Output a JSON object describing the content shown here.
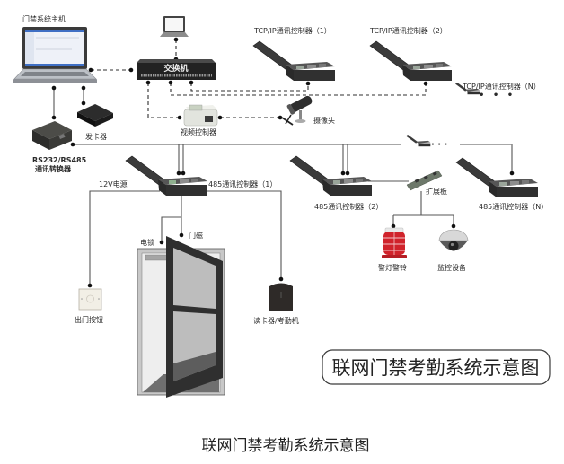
{
  "diagram": {
    "title": "联网门禁考勤系统示意图",
    "footer_caption": "联网门禁考勤系统示意图"
  },
  "nodes": {
    "host": {
      "label": "门禁系统主机",
      "icon": "laptop-icon"
    },
    "client_pc": {
      "icon": "laptop-icon"
    },
    "switch": {
      "label": "交换机",
      "icon": "network-switch-icon"
    },
    "tcp_controller_1": {
      "label": "TCP/IP通讯控制器（1）"
    },
    "tcp_controller_2": {
      "label": "TCP/IP通讯控制器（2）"
    },
    "tcp_controller_n": {
      "label": "TCP/IP通讯控制器（N）",
      "continuation": "• • •"
    },
    "video_controller": {
      "label": "视频控制器"
    },
    "camera": {
      "label": "摄像头"
    },
    "card_issuer": {
      "label": "发卡器"
    },
    "converter": {
      "label_line1": "RS232/RS485",
      "label_line2": "通讯转换器"
    },
    "bus_continuation": {
      "text": "· · ·"
    },
    "rs485_controller_1": {
      "label": "485通讯控制器（1）"
    },
    "rs485_controller_2": {
      "label": "485通讯控制器（2）"
    },
    "rs485_controller_n": {
      "label": "485通讯控制器（N）"
    },
    "power_supply": {
      "label": "12V电源"
    },
    "electric_lock": {
      "label": "电锁"
    },
    "door_sensor": {
      "label": "门磁"
    },
    "exit_button": {
      "label": "出门按钮"
    },
    "card_reader": {
      "label": "读卡器/考勤机"
    },
    "expansion_board": {
      "label": "扩展板"
    },
    "alarm": {
      "label": "警灯警铃"
    },
    "monitoring": {
      "label": "监控设备"
    }
  },
  "connections": [
    {
      "from": "host",
      "to": "switch",
      "style": "dashed"
    },
    {
      "from": "client_pc",
      "to": "switch",
      "style": "dashed"
    },
    {
      "from": "switch",
      "to": "tcp_controller_1",
      "style": "dashed"
    },
    {
      "from": "switch",
      "to": "tcp_controller_2",
      "style": "dashed"
    },
    {
      "from": "switch",
      "to": "video_controller",
      "style": "dashed"
    },
    {
      "from": "video_controller",
      "to": "camera",
      "style": "dashed"
    },
    {
      "from": "host",
      "to": "converter",
      "style": "solid"
    },
    {
      "from": "host",
      "to": "card_issuer",
      "style": "solid"
    },
    {
      "from": "converter",
      "to": "rs485_controller_1",
      "style": "solid"
    },
    {
      "from": "converter",
      "to": "rs485_controller_2",
      "style": "solid"
    },
    {
      "from": "converter",
      "to": "rs485_controller_n",
      "style": "solid"
    },
    {
      "from": "rs485_controller_1",
      "to": "power_supply",
      "style": "solid"
    },
    {
      "from": "rs485_controller_1",
      "to": "exit_button",
      "style": "solid"
    },
    {
      "from": "rs485_controller_1",
      "to": "card_reader",
      "style": "solid"
    },
    {
      "from": "rs485_controller_1",
      "to": "electric_lock",
      "style": "solid"
    },
    {
      "from": "rs485_controller_1",
      "to": "door_sensor",
      "style": "solid"
    },
    {
      "from": "rs485_controller_2",
      "to": "expansion_board",
      "style": "solid"
    },
    {
      "from": "expansion_board",
      "to": "alarm",
      "style": "solid"
    },
    {
      "from": "expansion_board",
      "to": "monitoring",
      "style": "solid"
    }
  ],
  "colors": {
    "alarm_red": "#d0232b",
    "device_dark": "#2c2c2c",
    "bus_line": "#8a8a8a"
  }
}
